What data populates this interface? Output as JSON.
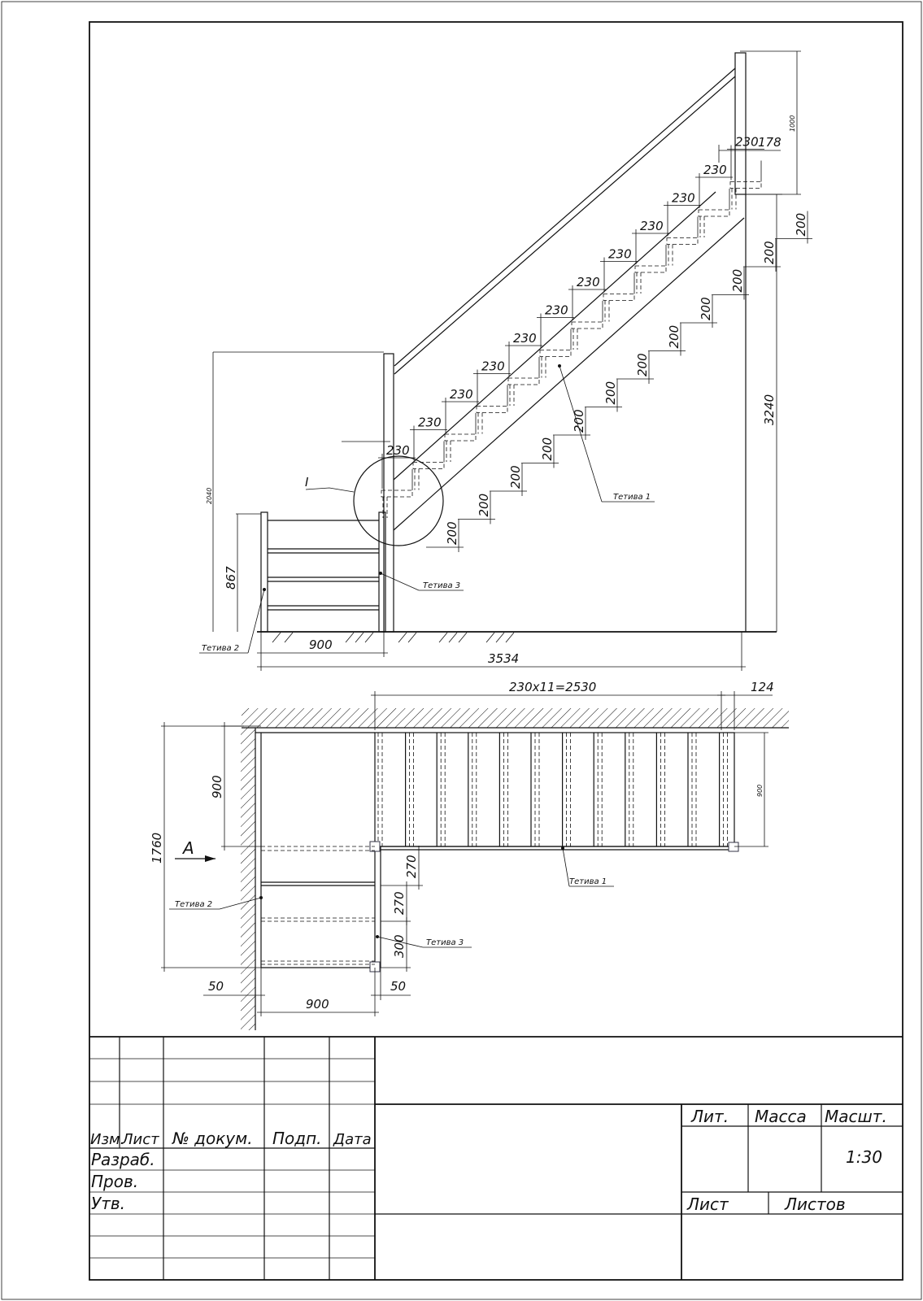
{
  "elevation": {
    "rail_height_top": "1000",
    "overhang": "178",
    "tread_depths": [
      "230",
      "230",
      "230",
      "230",
      "230",
      "230",
      "230",
      "230",
      "230",
      "230",
      "230",
      "230"
    ],
    "riser_heights": [
      "200",
      "200",
      "200",
      "200",
      "200",
      "200",
      "200",
      "200",
      "200",
      "200",
      "200",
      "200"
    ],
    "total_height": "3240",
    "landing_height": "2040",
    "landing_rail_height": "867",
    "landing_width": "900",
    "total_length": "3534",
    "detail_mark": "I",
    "stringer_1": "Тетива 1",
    "stringer_2": "Тетива 2",
    "stringer_3": "Тетива 3"
  },
  "plan": {
    "steps_total": "230x11=2530",
    "end_offset": "124",
    "flight_width_left": "900",
    "flight_width_right": "900",
    "total_width": "1760",
    "step_270a": "270",
    "step_270b": "270",
    "step_300": "300",
    "margin_left": "50",
    "margin_right": "50",
    "landing_width": "900",
    "view_mark": "A",
    "stringer_1": "Тетива 1",
    "stringer_2": "Тетива 2",
    "stringer_3": "Тетива 3"
  },
  "title_block": {
    "izm": "Изм.",
    "list": "Лист",
    "doc_no": "№ докум.",
    "sign": "Подп.",
    "date": "Дата",
    "developed": "Разраб.",
    "checked": "Пров.",
    "approved": "Утв.",
    "lit": "Лит.",
    "mass": "Масса",
    "scale_label": "Масшт.",
    "scale_value": "1:30",
    "sheet": "Лист",
    "sheets": "Листов"
  }
}
